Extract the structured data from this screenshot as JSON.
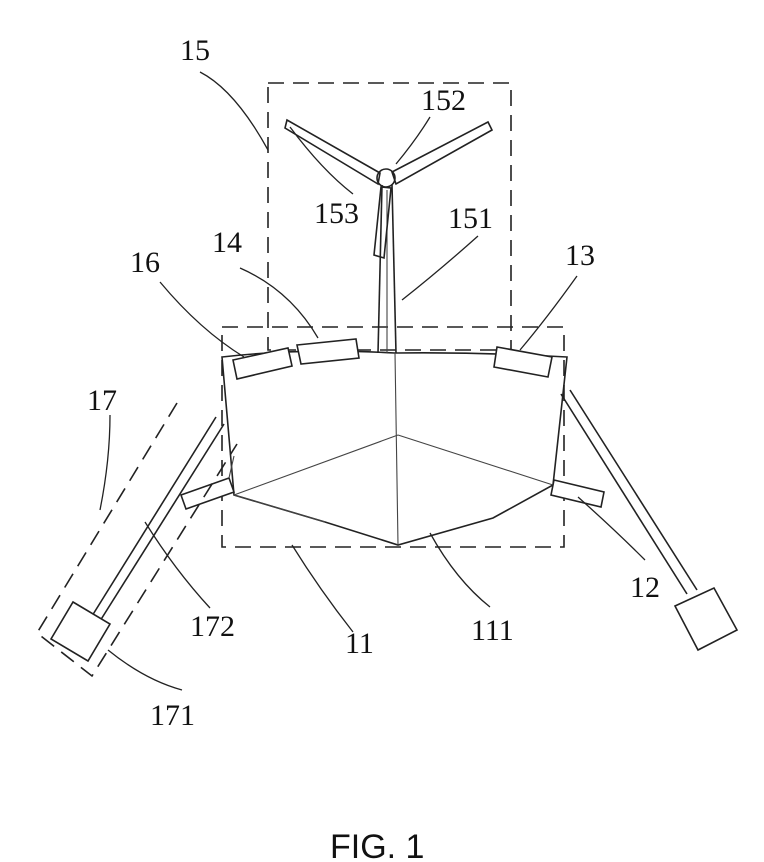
{
  "figure": {
    "caption": "FIG. 1",
    "labels": {
      "l15": "15",
      "l152": "152",
      "l153": "153",
      "l151": "151",
      "l14": "14",
      "l16": "16",
      "l13": "13",
      "l17": "17",
      "l172": "172",
      "l11": "11",
      "l111": "111",
      "l12": "12",
      "l171": "171"
    }
  }
}
